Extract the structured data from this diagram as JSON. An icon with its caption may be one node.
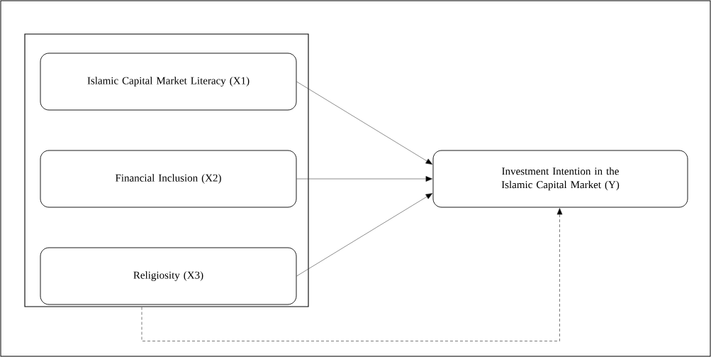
{
  "diagram": {
    "nodes": [
      {
        "text": [],
        "shape": "box"
      },
      {
        "text": [
          "Islamic Capital Market Literacy (X1)"
        ],
        "in": 0
      },
      {
        "text": [
          "Financial Inclusion (X2)"
        ],
        "in": 0
      },
      {
        "text": [
          "Religiosity (X3)"
        ],
        "in": 0
      },
      {
        "text": [
          "Investment Intention in the Islamic Capital Market (Y)"
        ]
      }
    ],
    "edges": [
      {
        "from": 1,
        "to": 4,
        "arrow": "to"
      },
      {
        "from": 2,
        "to": 4,
        "arrow": "to"
      },
      {
        "from": 3,
        "to": 4,
        "arrow": "to"
      },
      {
        "from": 0,
        "to": 4,
        "arrow": "to",
        "style": "dashed"
      }
    ]
  }
}
